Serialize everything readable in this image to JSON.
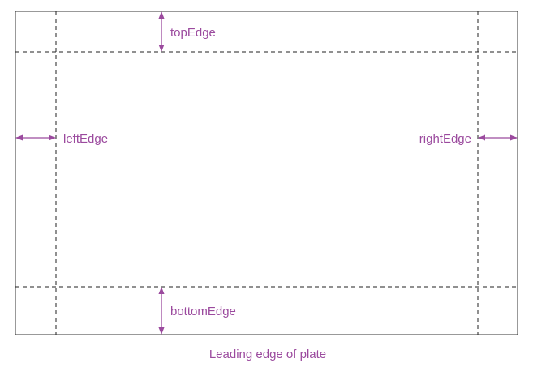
{
  "labels": {
    "top": "topEdge",
    "left": "leftEdge",
    "right": "rightEdge",
    "bottom": "bottomEdge",
    "caption": "Leading edge of plate"
  },
  "colors": {
    "accent": "#9b4a9e",
    "frame": "#333333",
    "guide": "#222222"
  }
}
